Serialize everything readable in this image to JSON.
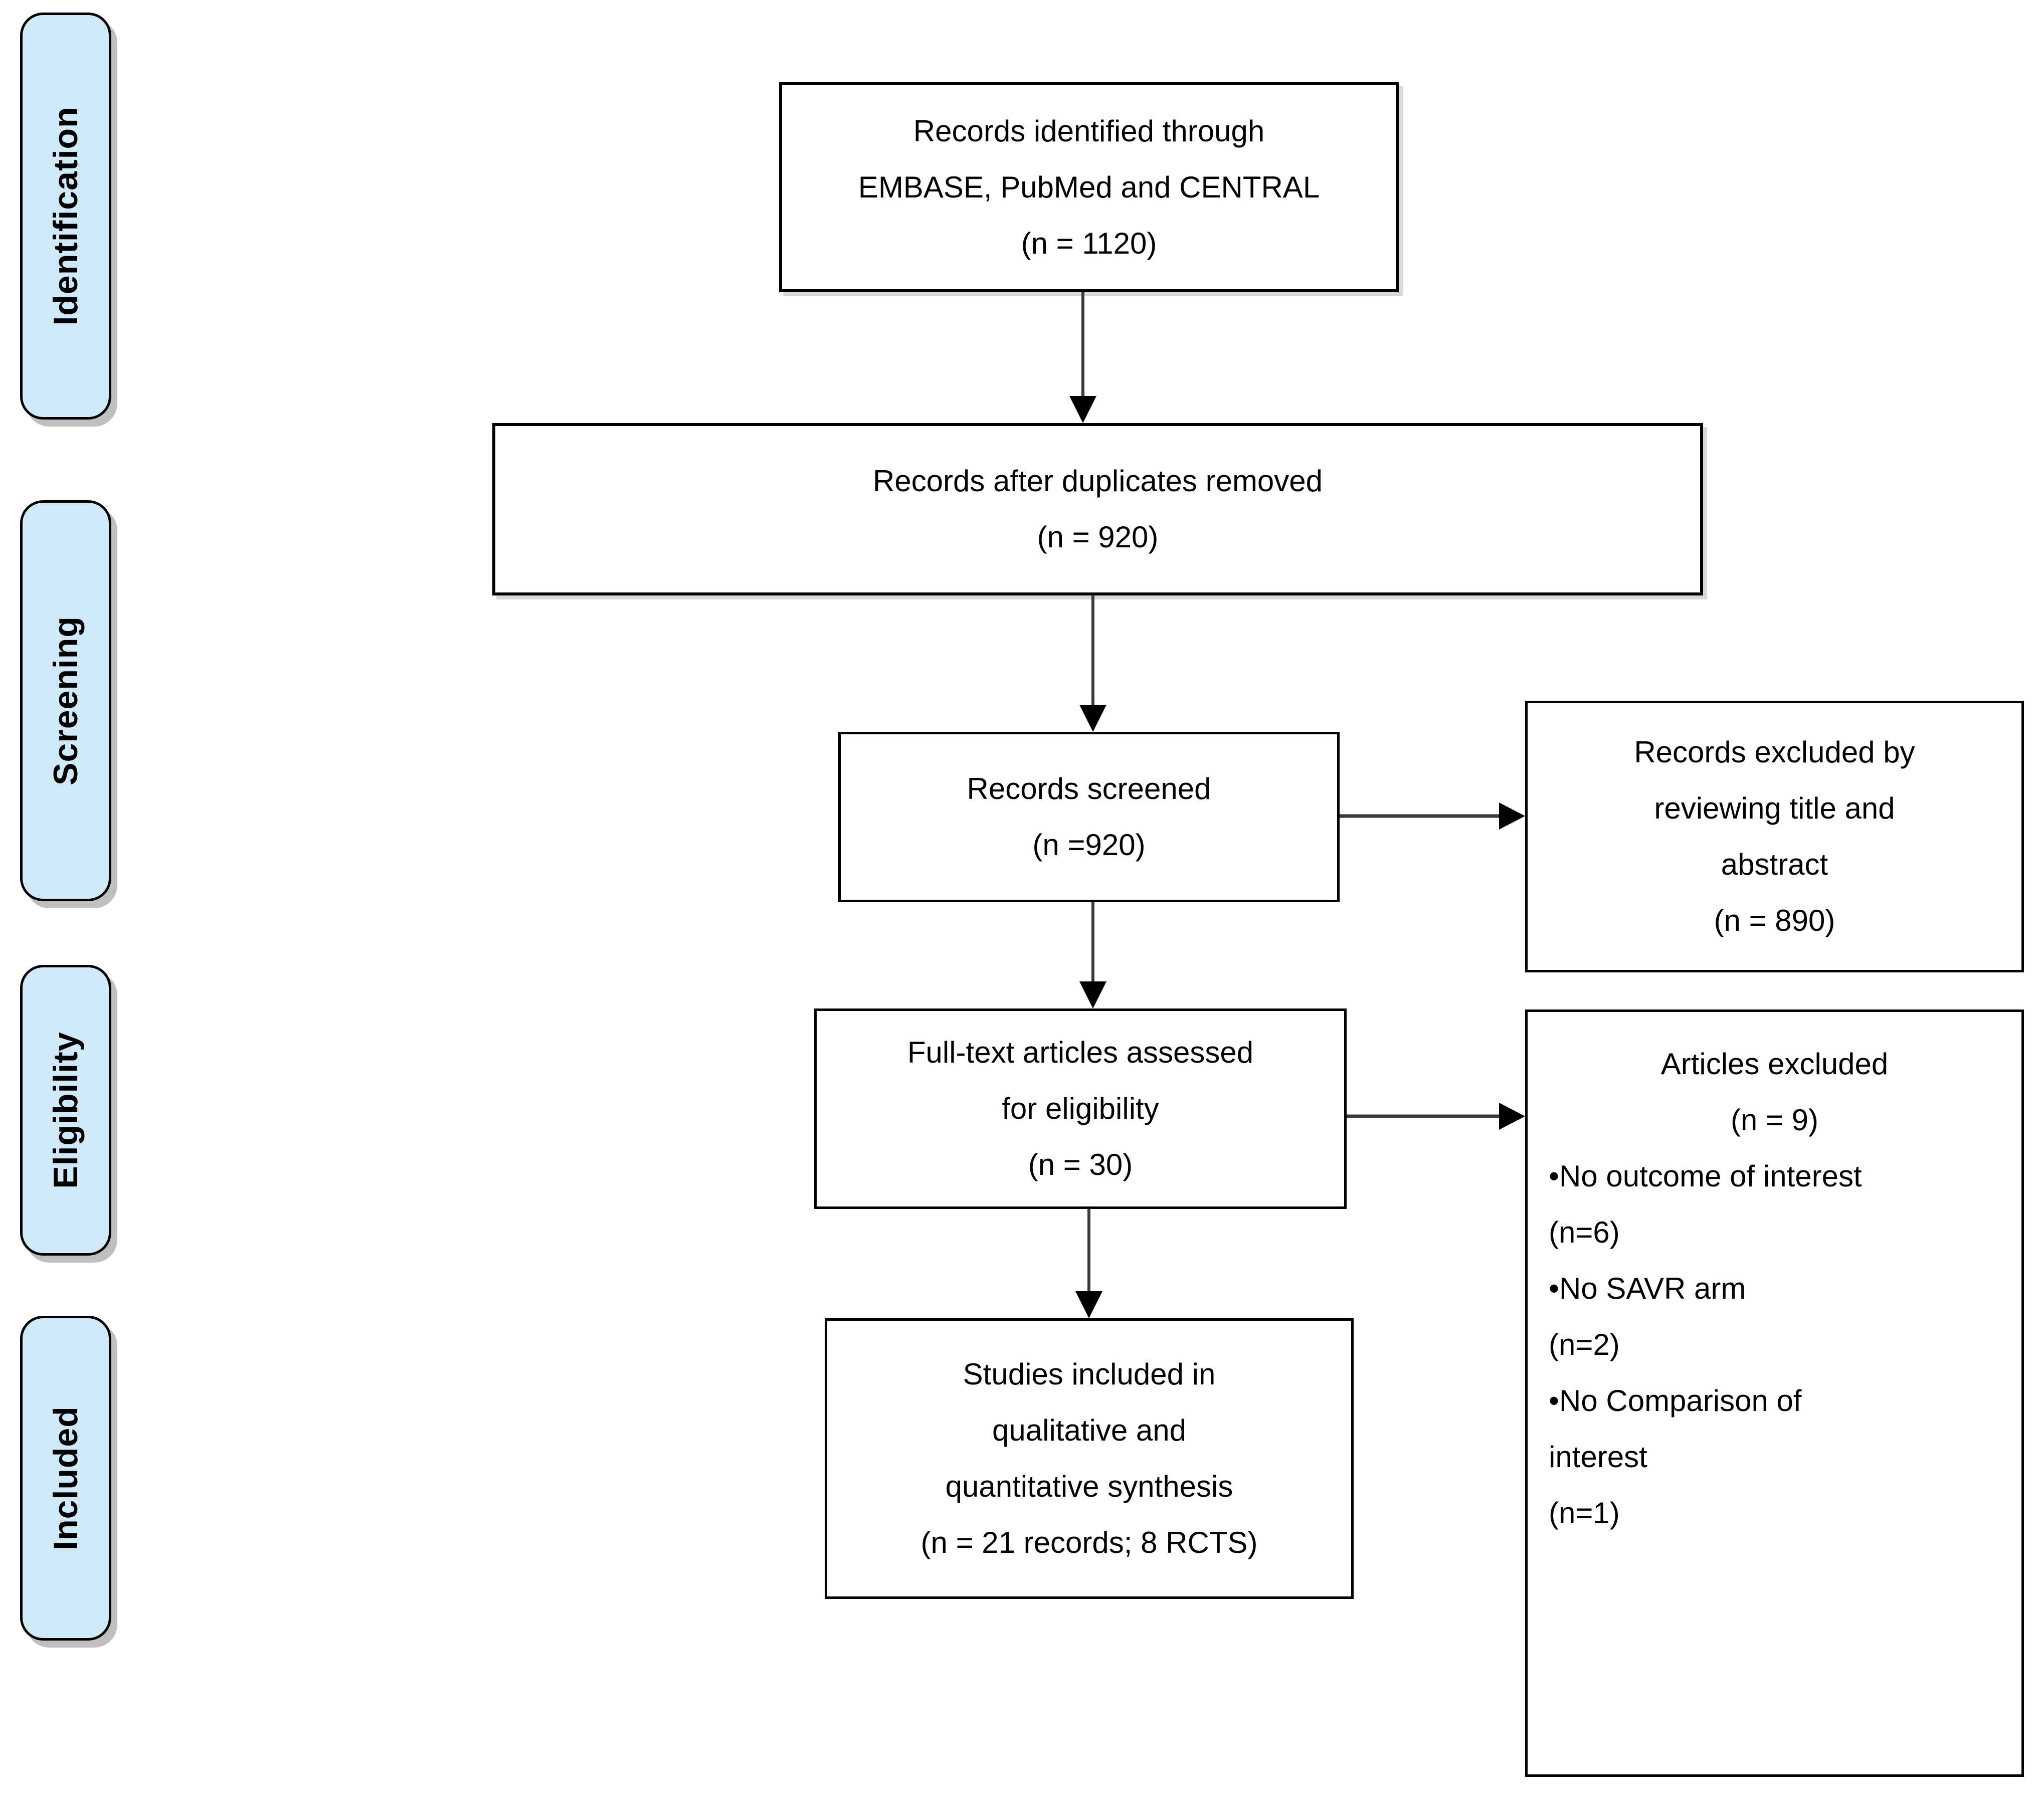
{
  "stages": [
    {
      "label": "Identification"
    },
    {
      "label": "Screening"
    },
    {
      "label": "Eligibility"
    },
    {
      "label": "Included"
    }
  ],
  "boxes": {
    "identified": {
      "lines": [
        "Records identified through",
        "EMBASE, PubMed and CENTRAL",
        "(n = 1120)"
      ]
    },
    "after_duplicates": {
      "lines": [
        "Records after duplicates removed",
        "(n = 920)"
      ]
    },
    "screened": {
      "lines": [
        "Records screened",
        "(n =920)"
      ]
    },
    "excluded_title_abstract": {
      "lines": [
        "Records excluded by",
        "reviewing title and",
        "abstract",
        "(n = 890)"
      ]
    },
    "full_text": {
      "lines": [
        "Full-text articles assessed",
        "for eligibility",
        "(n = 30)"
      ]
    },
    "articles_excluded": {
      "header_lines": [
        "Articles excluded",
        "(n = 9)"
      ],
      "reason_lines": [
        "•No outcome of interest",
        "(n=6)",
        "•No SAVR arm",
        "(n=2)",
        "•No Comparison of",
        "interest",
        "(n=1)"
      ]
    },
    "included_studies": {
      "lines": [
        "Studies included in",
        "qualitative and",
        "quantitative synthesis",
        "(n = 21 records; 8 RCTS)"
      ]
    }
  },
  "colors": {
    "stage_fill": "#cfe9f8",
    "stage_border": "#000000",
    "box_fill": "#ffffff",
    "box_border": "#000000",
    "arrow_stem": "#3a3a3a",
    "arrowhead": "#000000",
    "shadow": "#bfbfbf",
    "text": "#000000"
  }
}
